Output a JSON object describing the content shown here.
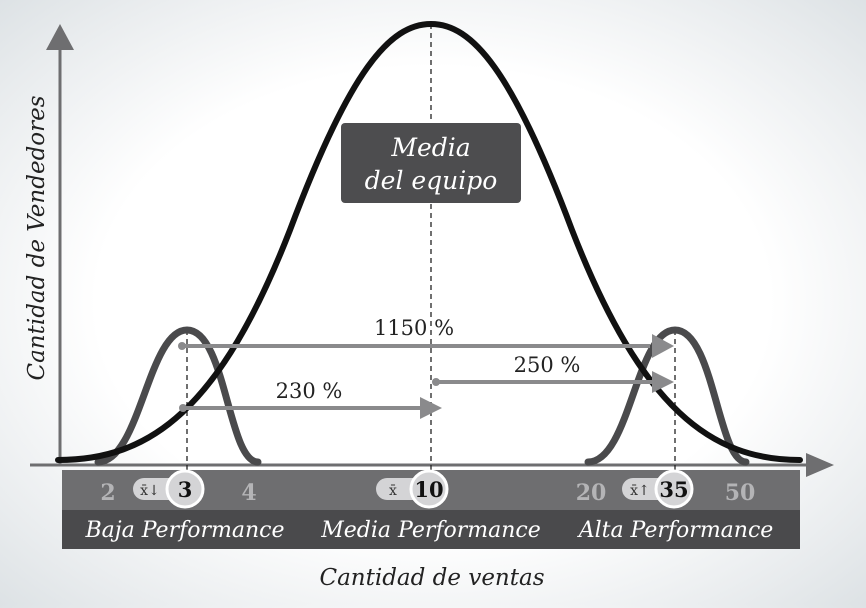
{
  "y_axis_label": "Cantidad de Vendedores",
  "x_axis_label": "Cantidad de ventas",
  "mean_box": {
    "line1": "Media",
    "line2": "del equipo"
  },
  "arrows": {
    "a1150": "1150 %",
    "a250": "250 %",
    "a230": "230 %"
  },
  "scale": {
    "low_min": "2",
    "low_mean_symbol": "x̄↓",
    "low_mean": "3",
    "low_max": "4",
    "mid_mean_symbol": "x̄",
    "mid_mean": "10",
    "high_min": "20",
    "high_mean_symbol": "x̄↑",
    "high_mean": "35",
    "high_max": "50"
  },
  "categories": {
    "low": "Baja Performance",
    "mid": "Media Performance",
    "high": "Alta Performance"
  },
  "colors": {
    "main_curve": "#111111",
    "sub_curve": "#4a4a4c",
    "bar_top": "#6e6e70",
    "bar_bottom": "#4a4a4c",
    "arrow": "#8a8a8c",
    "mean_box": "#4d4d4f"
  }
}
